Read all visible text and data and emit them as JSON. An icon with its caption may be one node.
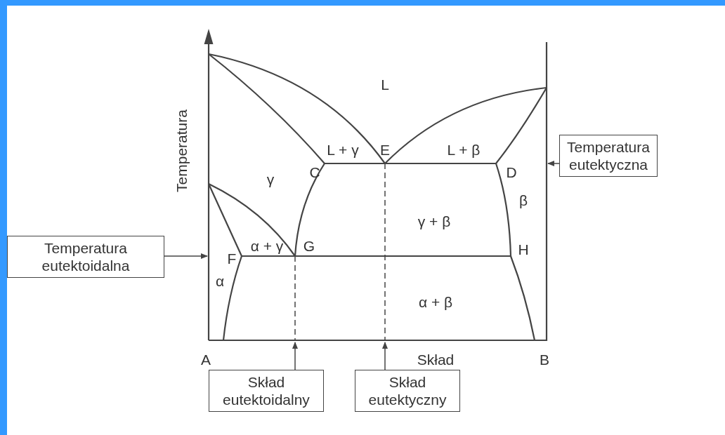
{
  "diagram": {
    "nodes": [
      {
        "text": [
          "Temperatura eutektyczna"
        ]
      },
      {
        "text": [
          "Temperatura eutektoidalna"
        ]
      },
      {
        "text": [
          "Skład eutektoidalny"
        ]
      },
      {
        "text": [
          "Skład eutektyczny"
        ]
      }
    ],
    "edges": [
      {
        "from": 0,
        "to": null,
        "arrow": "to"
      },
      {
        "from": 1,
        "to": null,
        "arrow": "to"
      },
      {
        "from": 2,
        "to": null,
        "arrow": "to"
      },
      {
        "from": 3,
        "to": null,
        "arrow": "to"
      }
    ],
    "labels": [
      "Temperatura",
      "L",
      "L + γ",
      "E",
      "L + β",
      "γ",
      "C",
      "D",
      "β",
      "γ + β",
      "α + γ",
      "G",
      "F",
      "H",
      "α",
      "α + β",
      "A",
      "Skład",
      "B"
    ]
  }
}
